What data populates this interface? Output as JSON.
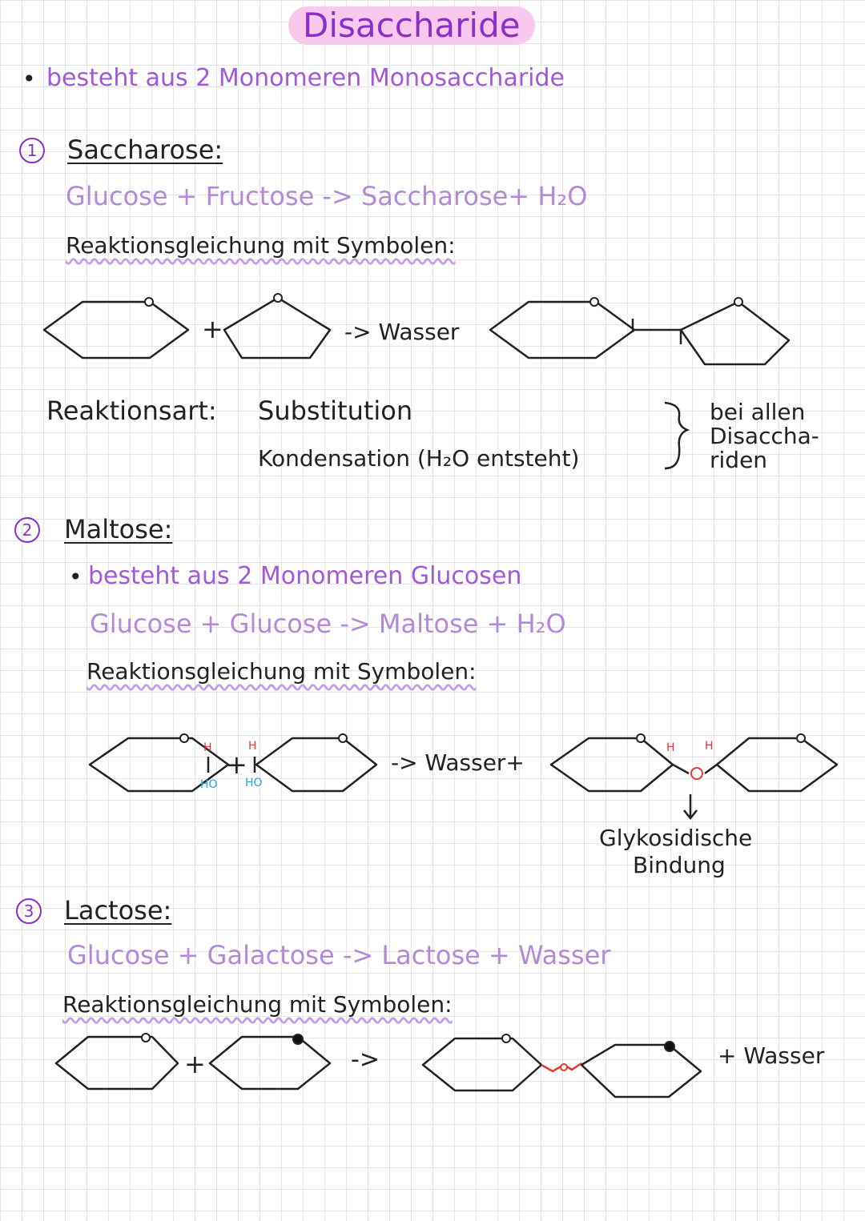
{
  "title": "Disaccharide",
  "intro": "besteht aus 2 Monomeren Monosaccharide",
  "sections": {
    "s1": {
      "num": "1",
      "heading": "Saccharose:",
      "word_eq": "Glucose + Fructose -> Saccharose+ H₂O",
      "symbols_label": "Reaktionsgleichung mit Symbolen:",
      "arrow_label": "-> Wasser",
      "plus": "+",
      "reaction_type_label": "Reaktionsart:",
      "reaction_type_1": "Substitution",
      "reaction_type_2": "Kondensation (H₂O entsteht)",
      "bracket_note_1": "bei allen",
      "bracket_note_2": "Disaccha-",
      "bracket_note_3": "riden"
    },
    "s2": {
      "num": "2",
      "heading": "Maltose:",
      "point": "besteht aus 2 Monomeren Glucosen",
      "word_eq": "Glucose + Glucose -> Maltose + H₂O",
      "symbols_label": "Reaktionsgleichung mit Symbolen:",
      "arrow_label": "-> Wasser+",
      "plus": "+",
      "h_left": "H",
      "ho_left": "HO",
      "h_right": "H",
      "ho_right": "HO",
      "h_prod_1": "H",
      "h_prod_2": "H",
      "bond_label_1": "Glykosidische",
      "bond_label_2": "Bindung"
    },
    "s3": {
      "num": "3",
      "heading": "Lactose:",
      "word_eq": "Glucose + Galactose -> Lactose + Wasser",
      "symbols_label": "Reaktionsgleichung mit Symbolen:",
      "plus": "+",
      "arrow": "->",
      "product_suffix": "+ Wasser"
    }
  },
  "colors": {
    "title_bg": "#f8c9ec",
    "title_text": "#8b2fc9",
    "accent_purple": "#a258d8",
    "lavender": "#b48ad8",
    "hydrogen_red": "#e53935",
    "ho_cyan": "#29a3d6",
    "bond_red": "#e53935"
  }
}
